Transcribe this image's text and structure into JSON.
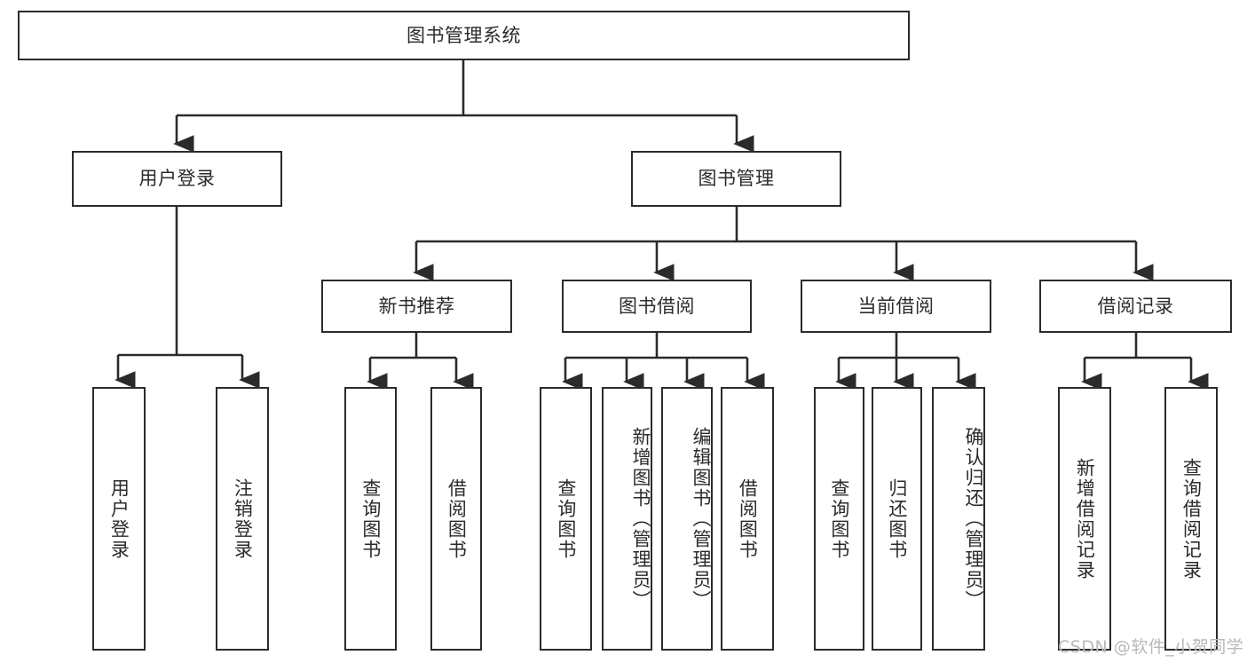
{
  "diagram": {
    "type": "tree-hierarchy",
    "title": "图书管理系统",
    "root": {
      "label": "图书管理系统"
    },
    "level2": [
      {
        "label": "用户登录"
      },
      {
        "label": "图书管理"
      }
    ],
    "level3": [
      {
        "label": "新书推荐"
      },
      {
        "label": "图书借阅"
      },
      {
        "label": "当前借阅"
      },
      {
        "label": "借阅记录"
      }
    ],
    "leaves": {
      "user_login": [
        {
          "label": "用户登录"
        },
        {
          "label": "注销登录"
        }
      ],
      "new_book_recommend": [
        {
          "label": "查询图书"
        },
        {
          "label": "借阅图书"
        }
      ],
      "book_borrow": [
        {
          "label": "查询图书"
        },
        {
          "label": "新增图书（管理员）"
        },
        {
          "label": "编辑图书（管理员）"
        },
        {
          "label": "借阅图书"
        }
      ],
      "current_borrow": [
        {
          "label": "查询图书"
        },
        {
          "label": "归还图书"
        },
        {
          "label": "确认归还（管理员）"
        }
      ],
      "borrow_record": [
        {
          "label": "新增借阅记录"
        },
        {
          "label": "查询借阅记录"
        }
      ]
    }
  },
  "watermark": {
    "text": "CSDN @软件_小贺同学"
  },
  "colors": {
    "stroke": "#2b2b2b",
    "fill": "#ffffff",
    "text": "#2b2b2b",
    "watermark": "#b9b9b9"
  }
}
